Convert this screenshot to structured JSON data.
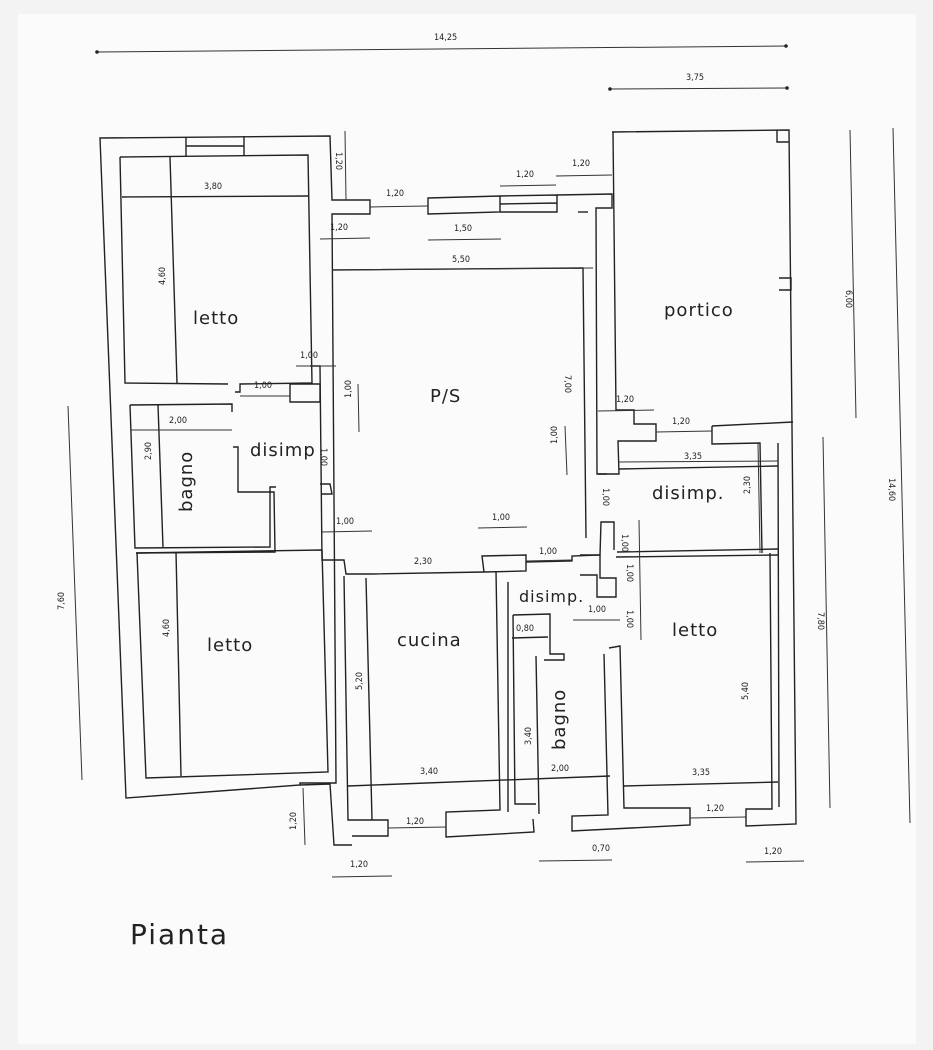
{
  "drawing": {
    "title": "Pianta",
    "colors": {
      "line": "#222222",
      "paper": "#fbfbfb",
      "background": "#f3f3f3"
    }
  },
  "rooms": {
    "letto_nw": "letto",
    "ps": "P/S",
    "portico": "portico",
    "bagno_w": "bagno",
    "disimp_w": "disimp",
    "disimp_e": "disimp.",
    "letto_sw": "letto",
    "cucina": "cucina",
    "disimp_s": "disimp.",
    "bagno_s": "bagno",
    "letto_se": "letto"
  },
  "dimensions": {
    "overall_width": "14,25",
    "portico_width_top": "3,75",
    "overall_height_right": "14,60",
    "portico_height": "6,00",
    "east_wing_height": "7,80",
    "west_wing_height": "7,60",
    "letto_nw_width": "3,80",
    "letto_nw_depth": "4,60",
    "top_wall_1": "1,20",
    "top_opening_1": "1,20",
    "top_opening_2": "1,20",
    "top_opening_3": "1,20",
    "ps_left_offset": "1,20",
    "ps_window": "1,50",
    "ps_width": "5,50",
    "ps_depth": "7,00",
    "letto_nw_door_v": "1,00",
    "letto_nw_door_h": "1,00",
    "ps_left_door": "1,00",
    "ps_right_door": "1,00",
    "disimp_w_door": "1,00",
    "bagno_w_width": "2,00",
    "bagno_w_depth": "2,90",
    "ps_bottom_left": "1,00",
    "ps_bottom_center": "1,00",
    "ps_bottom_right": "1,00",
    "cucina_door": "2,30",
    "portico_door": "1,20",
    "portico_step": "1,20",
    "disimp_e_width": "3,35",
    "disimp_e_depth": "2,30",
    "disimp_e_door": "1,00",
    "letto_se_door_a": "1,00",
    "letto_se_door_b": "1,00",
    "letto_se_door_c": "1,00",
    "disimp_s_door": "1,00",
    "bagno_s_niche": "0,80",
    "cucina_depth": "5,20",
    "cucina_width": "3,40",
    "bagno_s_width": "2,00",
    "bagno_s_depth": "3,40",
    "letto_sw_depth": "4,60",
    "letto_se_depth": "5,40",
    "letto_se_width": "3,35",
    "south_wall_left": "1,20",
    "south_window_cucina": "1,20",
    "south_offset_left": "1,20",
    "south_opening_bagno": "0,70",
    "south_window_letto": "1,20",
    "south_offset_right": "1,20"
  }
}
